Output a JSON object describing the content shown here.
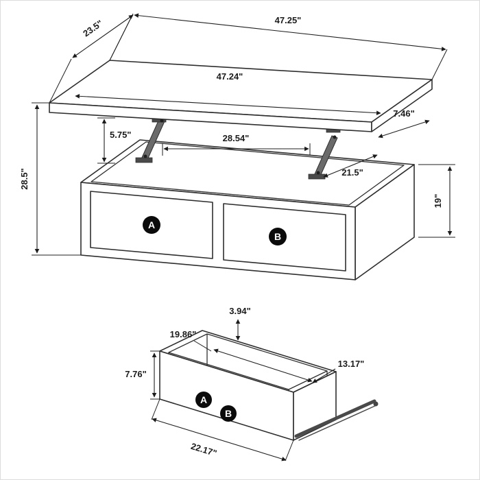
{
  "figure": {
    "table": {
      "dimensions": {
        "overall_width": "47.25\"",
        "overall_depth": "23.5\"",
        "tabletop_width": "47.24\"",
        "lift_height": "5.75\"",
        "lift_offset": "7.46\"",
        "inner_width": "28.54\"",
        "inner_depth": "21.5\"",
        "overall_height": "28.5\"",
        "base_height": "19\""
      },
      "drawer_labels": {
        "left": "A",
        "right": "B"
      }
    },
    "drawer": {
      "dimensions": {
        "back_height": "3.94\"",
        "inner_length": "19.86\"",
        "inner_depth": "13.17\"",
        "front_height": "7.76\"",
        "outer_width": "22.17\""
      },
      "labels": {
        "a": "A",
        "b": "B"
      }
    },
    "colors": {
      "line": "#2e2e2e",
      "dimension": "#1c1c1c",
      "badge": "#0b0b0b",
      "background": "#ffffff"
    }
  }
}
